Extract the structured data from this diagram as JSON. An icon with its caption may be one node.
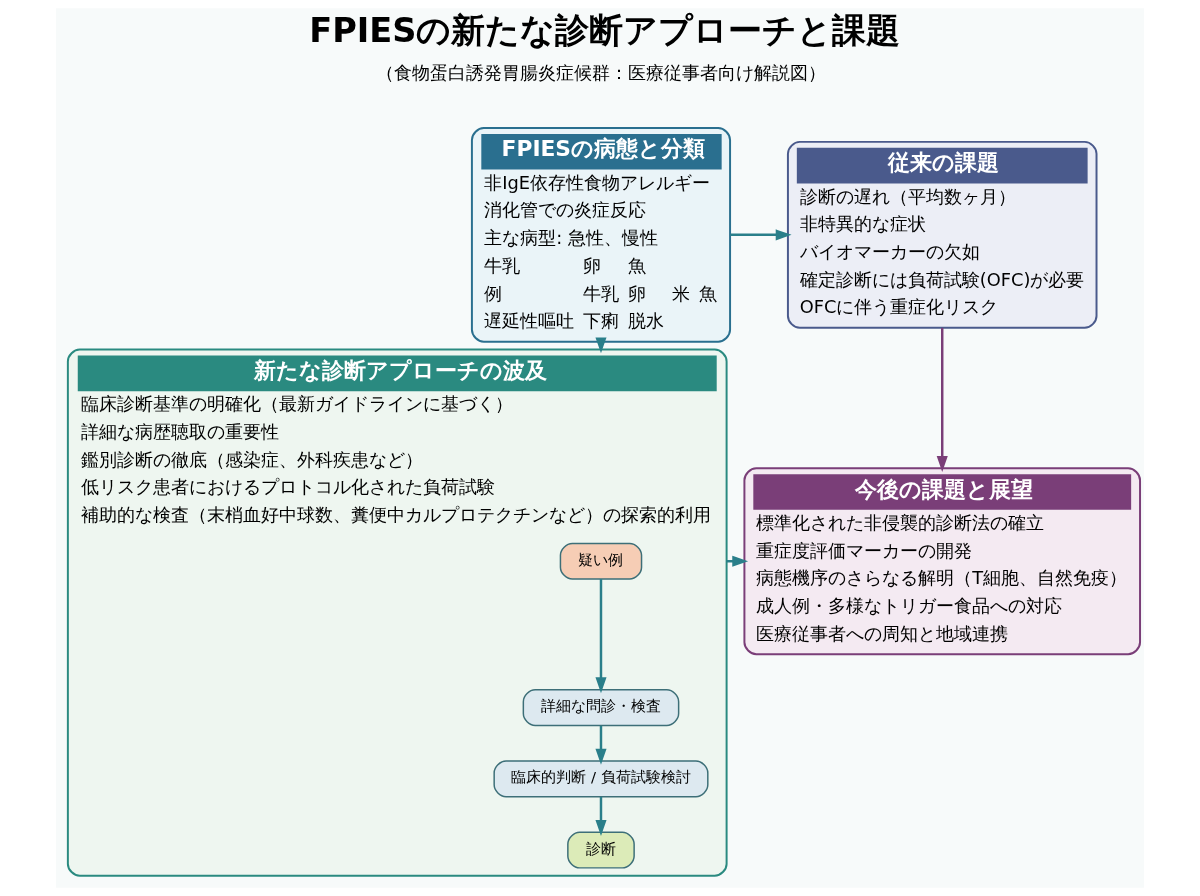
{
  "diagram": {
    "title": "FPIESの新たな診断アプローチと課題",
    "nodes": [
      {
        "text": [
          "FPIESの病態と分類",
          "非IgE依存性食物アレルギー",
          "消化管での炎症反応",
          "主な病型: 急性、慢性",
          "牛乳",
          "卵",
          "魚",
          "例",
          "牛乳",
          "卵",
          "米",
          "魚",
          "遅延性嘔吐",
          "下痢",
          "脱水"
        ]
      },
      {
        "text": [
          "従来の課題",
          "診断の遅れ（平均数ヶ月）",
          "非特異的な症状",
          "バイオマーカーの欠如",
          "確定診断には負荷試験(OFC)が必要",
          "OFCに伴う重症化リスク"
        ]
      },
      {
        "text": [
          "新たな診断アプローチの波及",
          "臨床診断基準の明確化（最新ガイドラインに基づく）",
          "詳細な病歴聴取の重要性",
          "鑑別診断の徹底（感染症、外科疾患など）",
          "低リスク患者におけるプロトコル化された負荷試験",
          "補助的な検査（末梢血好中球数、糞便中カルプロテクチンなど）の探索的利用"
        ]
      },
      {
        "text": [
          "疑い例"
        ],
        "in": 2
      },
      {
        "text": [
          "詳細な問診・検査"
        ],
        "in": 2
      },
      {
        "text": [
          "臨床的判断 / 負荷試験検討"
        ],
        "in": 2
      },
      {
        "text": [
          "診断"
        ],
        "in": 2
      },
      {
        "text": [
          "今後の課題と展望",
          "標準化された非侵襲的診断法の確立",
          "重症度評価マーカーの開発",
          "病態機序のさらなる解明（T細胞、自然免疫）",
          "成人例・多様なトリガー食品への対応",
          "医療従事者への周知と地域連携"
        ]
      }
    ],
    "edges": [
      {
        "from": 0,
        "to": 1,
        "arrow": "to"
      },
      {
        "from": 0,
        "to": 2,
        "arrow": "to"
      },
      {
        "from": 1,
        "to": 7,
        "arrow": "to",
        "color": "#7a3e78"
      },
      {
        "from": 2,
        "to": 7,
        "arrow": "to"
      },
      {
        "from": 3,
        "to": 4,
        "arrow": "to"
      },
      {
        "from": 4,
        "to": 5,
        "arrow": "to"
      },
      {
        "from": 5,
        "to": 6,
        "arrow": "to"
      }
    ],
    "labels": [
      "（食物蛋白誘発胃腸炎症候群：医療従事者向け解説図）"
    ]
  }
}
